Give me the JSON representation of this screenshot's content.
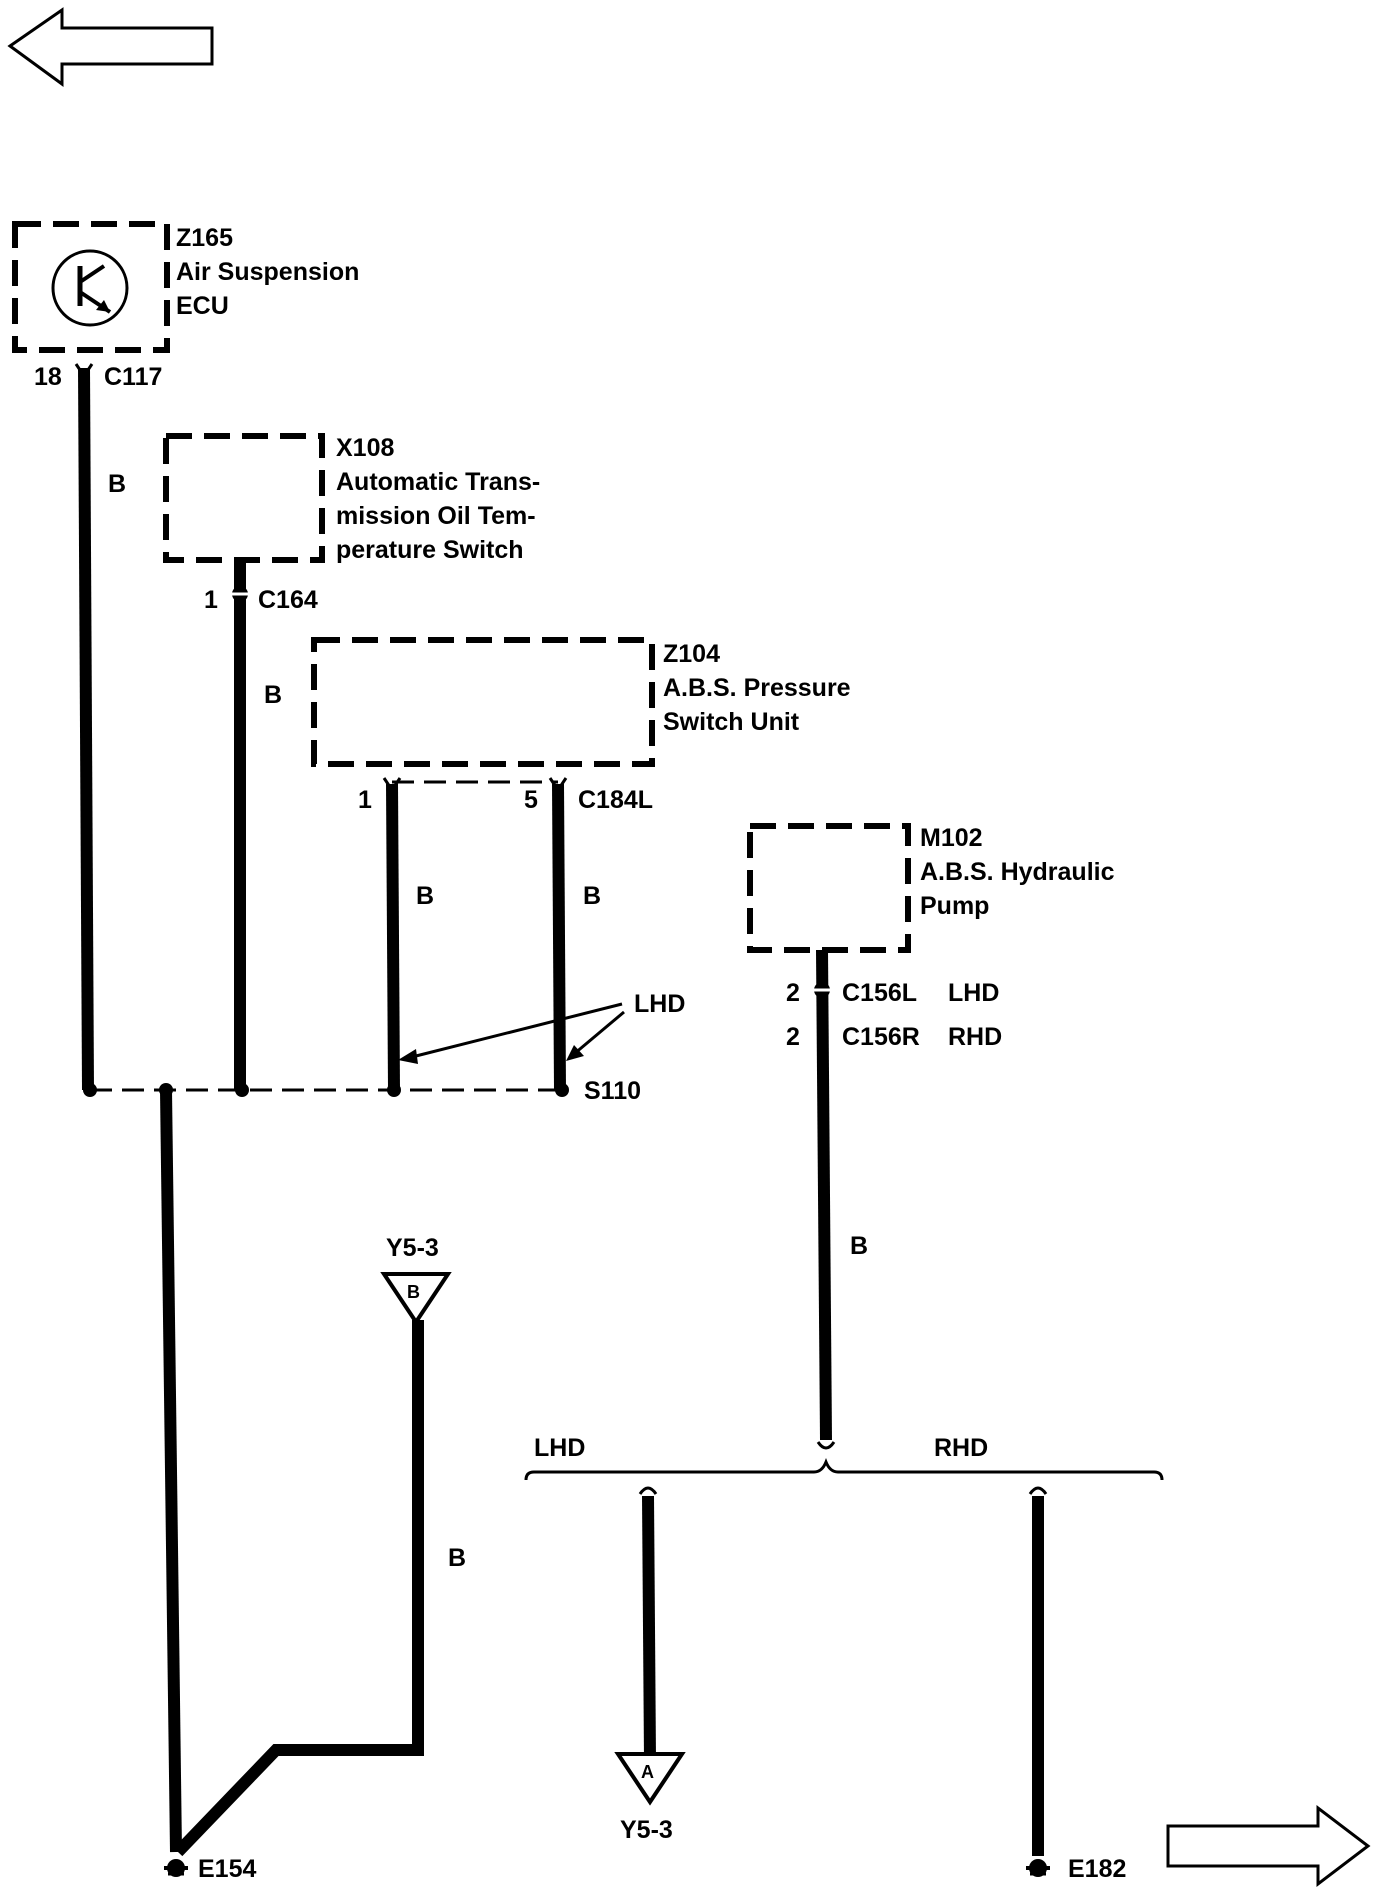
{
  "components": {
    "z165": {
      "id": "Z165",
      "line1": "Air Suspension",
      "line2": "ECU"
    },
    "x108": {
      "id": "X108",
      "line1": "Automatic Trans-",
      "line2": "mission Oil Tem-",
      "line3": "perature Switch"
    },
    "z104": {
      "id": "Z104",
      "line1": "A.B.S. Pressure",
      "line2": "Switch Unit"
    },
    "m102": {
      "id": "M102",
      "line1": "A.B.S. Hydraulic",
      "line2": "Pump"
    }
  },
  "connectors": {
    "c117": {
      "pin": "18",
      "name": "C117"
    },
    "c164": {
      "pin": "1",
      "name": "C164"
    },
    "c184l": {
      "pin1": "1",
      "pin5": "5",
      "name": "C184L"
    },
    "c156l": {
      "pin": "2",
      "name": "C156L",
      "variant": "LHD"
    },
    "c156r": {
      "pin": "2",
      "name": "C156R",
      "variant": "RHD"
    }
  },
  "wire_color": "B",
  "splice": "S110",
  "lhd_note": "LHD",
  "branch": {
    "left": "LHD",
    "right": "RHD"
  },
  "references": {
    "top": {
      "page": "Y5-3",
      "letter": "B"
    },
    "bottom": {
      "page": "Y5-3",
      "letter": "A"
    }
  },
  "grounds": {
    "left": "E154",
    "right": "E182"
  }
}
